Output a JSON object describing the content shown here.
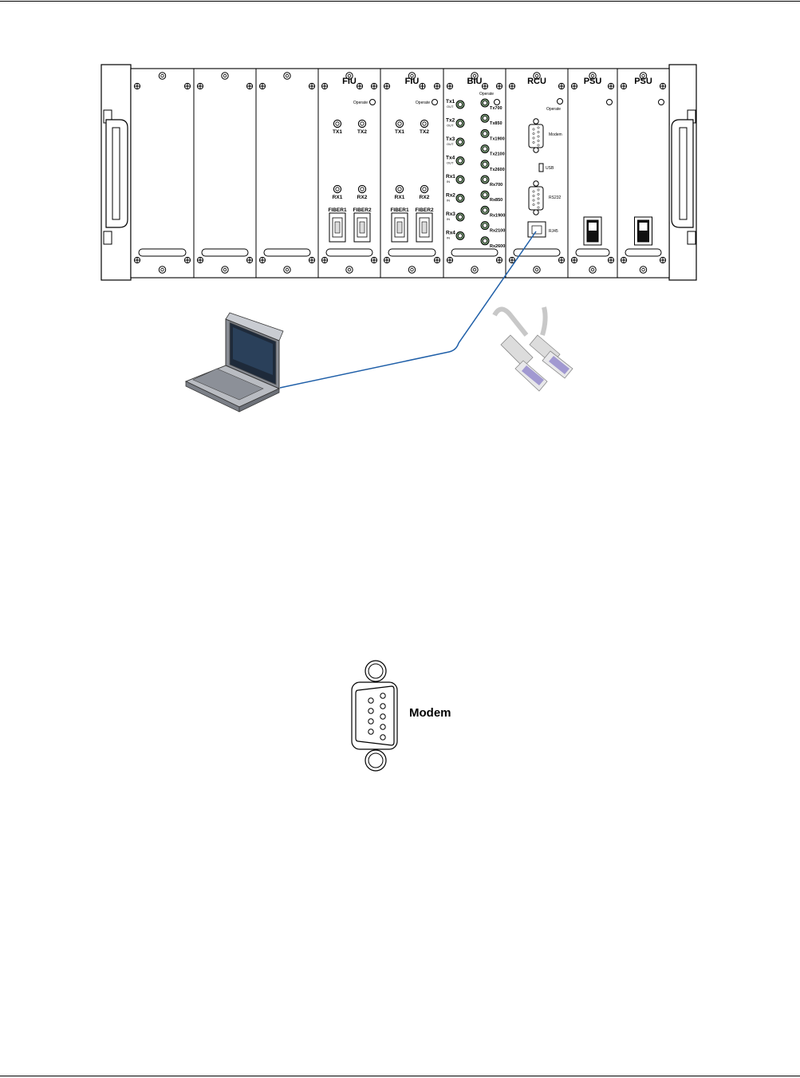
{
  "chassis": {
    "slots": [
      {
        "name": "blank-1"
      },
      {
        "name": "blank-2"
      },
      {
        "name": "blank-3"
      },
      {
        "name": "fiu-1",
        "title": "FIU",
        "status": "Operate",
        "tx": [
          "TX1",
          "TX2"
        ],
        "rx": [
          "RX1",
          "RX2"
        ],
        "fiber": [
          "FIBER1",
          "FIBER2"
        ]
      },
      {
        "name": "fiu-2",
        "title": "FIU",
        "status": "Operate",
        "tx": [
          "TX1",
          "TX2"
        ],
        "rx": [
          "RX1",
          "RX2"
        ],
        "fiber": [
          "FIBER1",
          "FIBER2"
        ]
      },
      {
        "name": "biu",
        "title": "BIU",
        "status": "Operate",
        "left_ports": [
          {
            "label": "Tx1",
            "sub": "OUT"
          },
          {
            "label": "Tx2",
            "sub": "OUT"
          },
          {
            "label": "Tx3",
            "sub": "OUT"
          },
          {
            "label": "Tx4",
            "sub": "OUT"
          },
          {
            "label": "Rx1",
            "sub": "IN"
          },
          {
            "label": "Rx2",
            "sub": "IN"
          },
          {
            "label": "Rx3",
            "sub": "IN"
          },
          {
            "label": "Rx4",
            "sub": "IN"
          }
        ],
        "right_ports": [
          "Tx700",
          "Tx850",
          "Tx1900",
          "Tx2100",
          "Tx2600",
          "Rx700",
          "Rx850",
          "Rx1900",
          "Rx2100",
          "Rx2600"
        ]
      },
      {
        "name": "rcu",
        "title": "RCU",
        "status": "Operate",
        "modem": "Modem",
        "usb": "USB",
        "rs232": "RS232",
        "rj45": "RJ45"
      },
      {
        "name": "psu-1",
        "title": "PSU"
      },
      {
        "name": "psu-2",
        "title": "PSU"
      }
    ]
  },
  "modem_detail": {
    "label": "Modem"
  },
  "colors": {
    "cable": "#1f5fa8",
    "panel_line": "#000000",
    "rj45_boot": "#d9d9d9"
  }
}
